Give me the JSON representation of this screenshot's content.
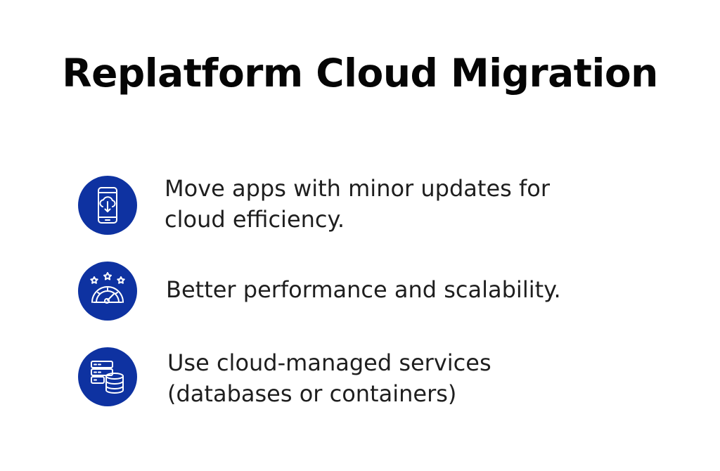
{
  "title": "Replatform Cloud Migration",
  "colors": {
    "icon_circle": "#0e32a1",
    "text": "#1e1e1e"
  },
  "items": [
    {
      "icon": "phone-cloud-download-icon",
      "text": "Move apps with minor updates for\ncloud efficiency."
    },
    {
      "icon": "gauge-stars-icon",
      "text": "Better performance and scalability."
    },
    {
      "icon": "server-database-icon",
      "text": "Use cloud-managed services\n(databases or containers)"
    }
  ]
}
